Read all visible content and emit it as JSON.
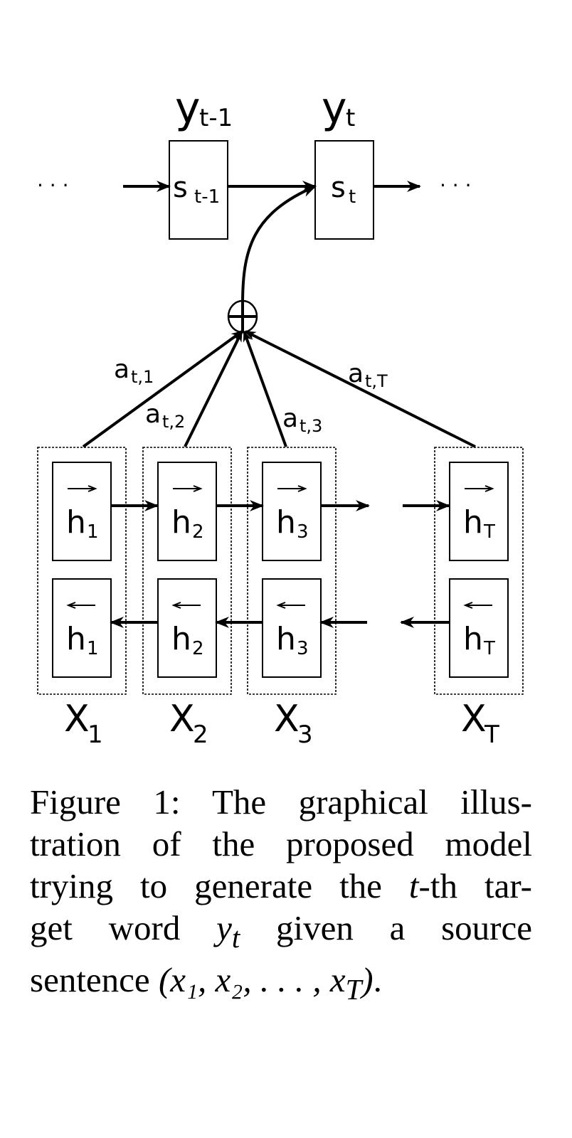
{
  "decoder": {
    "outputs": [
      {
        "base": "y",
        "sub": "t-1"
      },
      {
        "base": "y",
        "sub": "t"
      }
    ],
    "states": [
      {
        "base": "s",
        "sub": "t-1"
      },
      {
        "base": "s",
        "sub": "t"
      }
    ],
    "ellipsis_left": "· · ·",
    "ellipsis_right": "· · ·"
  },
  "combiner": {
    "symbol": "⊕"
  },
  "attention_weights": [
    {
      "base": "a",
      "sub": "t,1"
    },
    {
      "base": "a",
      "sub": "t,2"
    },
    {
      "base": "a",
      "sub": "t,3"
    },
    {
      "base": "a",
      "sub": "t,T"
    }
  ],
  "encoder": {
    "columns": [
      {
        "forward": {
          "base": "h",
          "sub": "1"
        },
        "backward": {
          "base": "h",
          "sub": "1"
        },
        "input": {
          "base": "X",
          "sub": "1"
        }
      },
      {
        "forward": {
          "base": "h",
          "sub": "2"
        },
        "backward": {
          "base": "h",
          "sub": "2"
        },
        "input": {
          "base": "X",
          "sub": "2"
        }
      },
      {
        "forward": {
          "base": "h",
          "sub": "3"
        },
        "backward": {
          "base": "h",
          "sub": "3"
        },
        "input": {
          "base": "X",
          "sub": "3"
        }
      },
      {
        "forward": {
          "base": "h",
          "sub": "T"
        },
        "backward": {
          "base": "h",
          "sub": "T"
        },
        "input": {
          "base": "X",
          "sub": "T"
        }
      }
    ],
    "forward_arrow_glyph": "→",
    "backward_arrow_glyph": "←"
  },
  "caption": {
    "lines": [
      {
        "text": "Figure 1:  The graphical illus-"
      },
      {
        "text": "tration of the proposed model"
      },
      {
        "pre": "trying to generate the ",
        "math": "t",
        "post": "-th tar-"
      },
      {
        "pre": "get word ",
        "math": "y",
        "math_sub": "t",
        "post": " given a source"
      },
      {
        "pre": "sentence ",
        "math": "(x₁, x₂, . . . , x",
        "math_sub": "T",
        "post_math": ")",
        "post": "."
      }
    ]
  }
}
